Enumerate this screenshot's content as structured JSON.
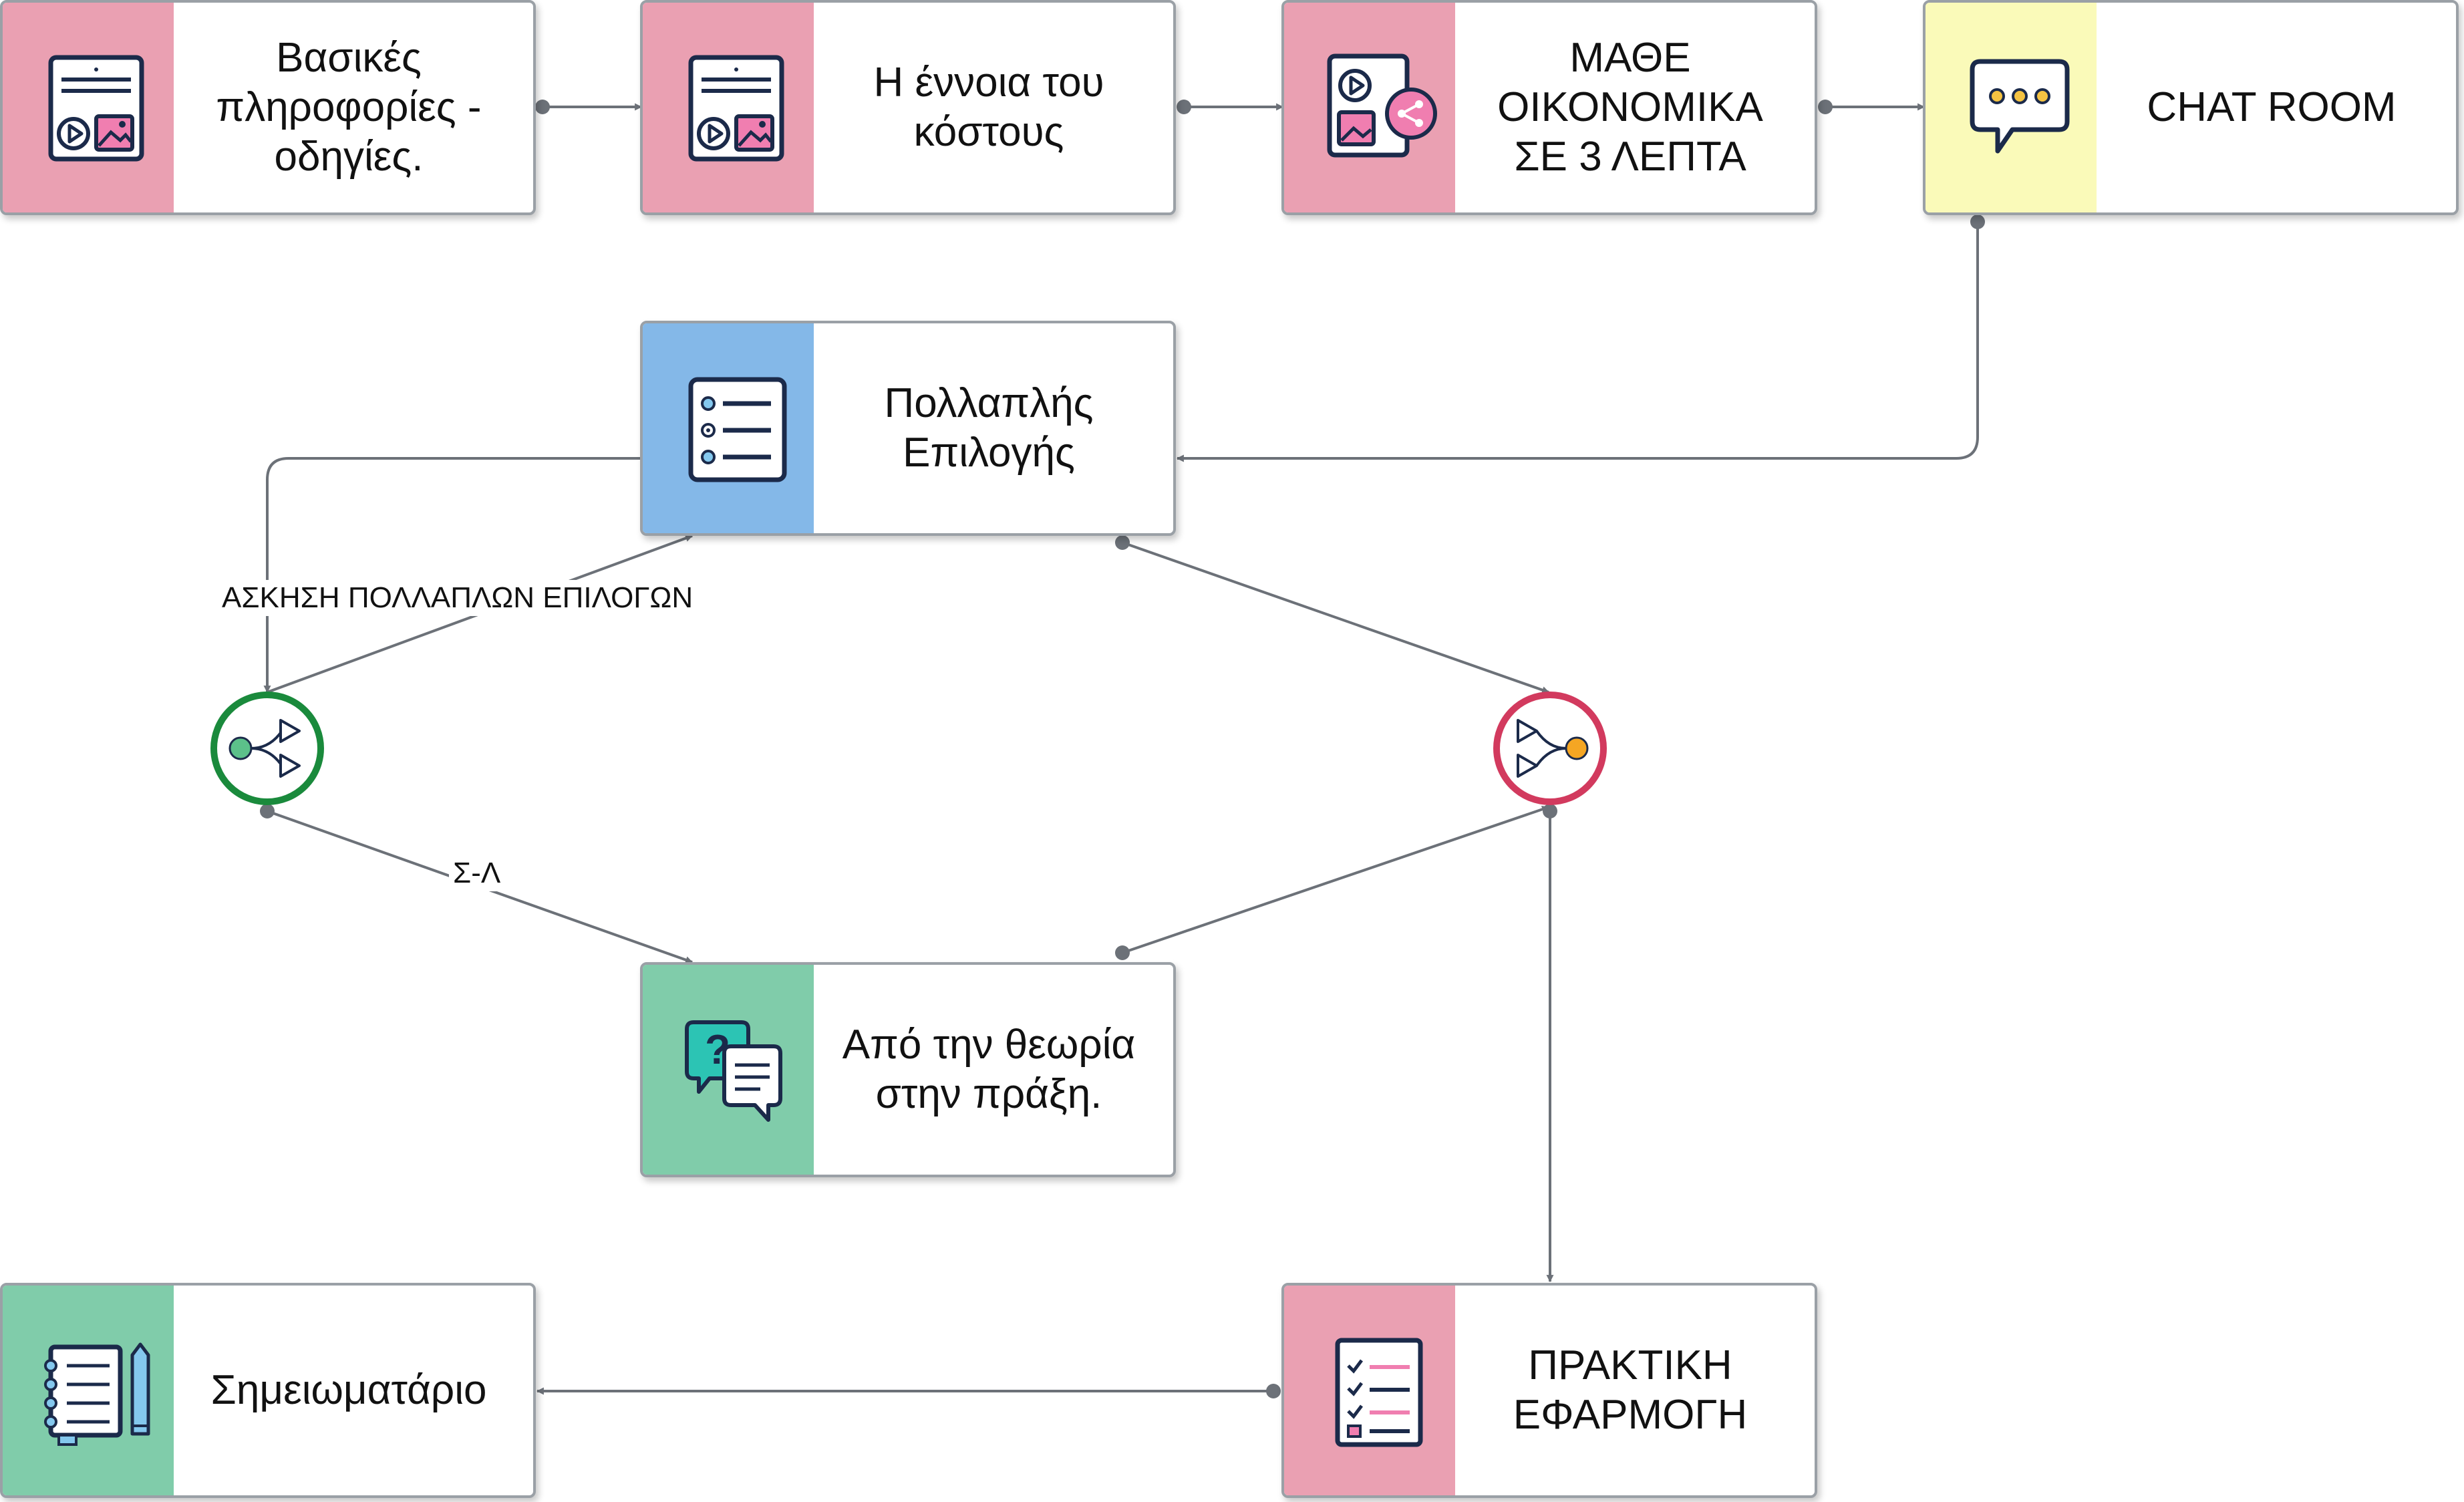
{
  "nodes": {
    "n1": {
      "label": "Βασικές\nπληροφορίες -\nοδηγίες.",
      "color": "#eaa0b2",
      "icon": "video-image-page-icon"
    },
    "n2": {
      "label": "Η έννοια του\nκόστους",
      "color": "#eaa0b2",
      "icon": "video-image-page-icon"
    },
    "n3": {
      "label": "ΜΑΘΕ\nΟΙΚΟΝΟΜΙΚΑ\nΣΕ 3 ΛΕΠΤΑ",
      "color": "#eaa0b2",
      "icon": "shared-media-icon"
    },
    "n4": {
      "label": "CHAT ROOM",
      "color": "#fafab9",
      "icon": "chat-bubble-icon"
    },
    "n5": {
      "label": "Πολλαπλής\nΕπιλογής",
      "color": "#84b8e8",
      "icon": "list-options-icon"
    },
    "n6": {
      "label": "Από την θεωρία\nστην πράξη.",
      "color": "#80ccaa",
      "icon": "question-chat-icon"
    },
    "n7": {
      "label": "Σημειωματάριο",
      "color": "#80ccaa",
      "icon": "notebook-pencil-icon"
    },
    "n8": {
      "label": "ΠΡΑΚΤΙΚΗ\nΕΦΑΡΜΟΓΗ",
      "color": "#eaa0b2",
      "icon": "checklist-icon"
    }
  },
  "gateways": {
    "split": {
      "color": "#1a8a3c",
      "icon": "branch-split-icon"
    },
    "merge": {
      "color": "#d23a5e",
      "icon": "branch-merge-icon"
    }
  },
  "edge_labels": {
    "e_split_mc": "ΑΣΚΗΣΗ ΠΟΛΛΑΠΛΩΝ ΕΠΙΛΟΓΩΝ",
    "e_split_tf": "Σ-Λ"
  },
  "colors": {
    "edge": "#6c7178",
    "node_border": "#9aa0a6"
  }
}
